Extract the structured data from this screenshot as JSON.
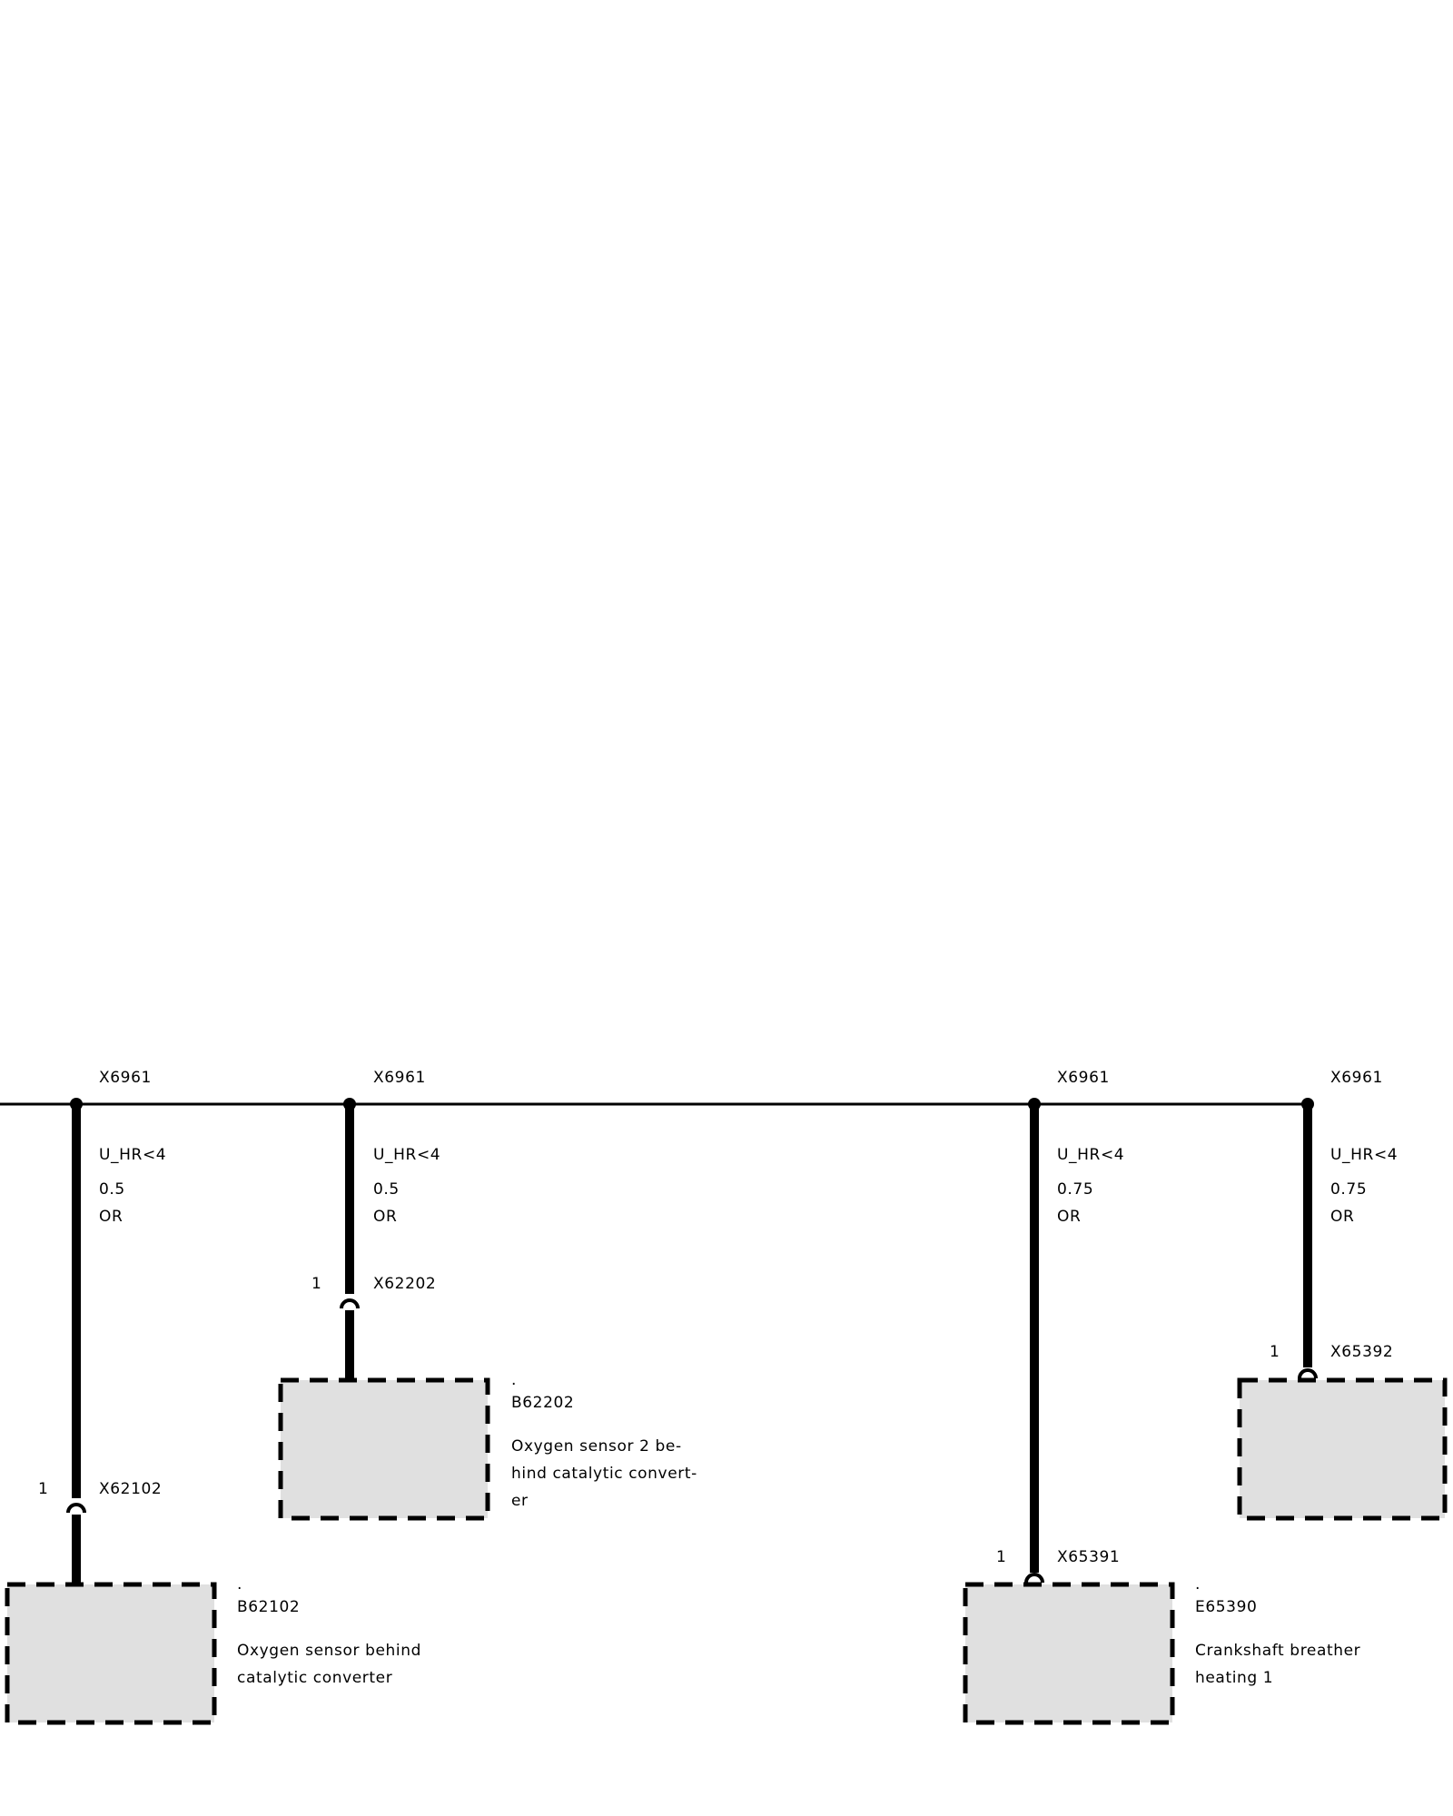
{
  "bus": {
    "taps": [
      {
        "splice": "X6961",
        "signal": "U_HR<4",
        "size": "0.5",
        "color": "OR"
      },
      {
        "splice": "X6961",
        "signal": "U_HR<4",
        "size": "0.5",
        "color": "OR"
      },
      {
        "splice": "X6961",
        "signal": "U_HR<4",
        "size": "0.75",
        "color": "OR"
      },
      {
        "splice": "X6961",
        "signal": "U_HR<4",
        "size": "0.75",
        "color": "OR"
      }
    ]
  },
  "connectors": [
    {
      "pin": "1",
      "name": "X62102"
    },
    {
      "pin": "1",
      "name": "X62202"
    },
    {
      "pin": "1",
      "name": "X65391"
    },
    {
      "pin": "1",
      "name": "X65392"
    }
  ],
  "components": [
    {
      "dot": ".",
      "id": "B62102",
      "desc": [
        "Oxygen sensor behind",
        "catalytic converter"
      ]
    },
    {
      "dot": ".",
      "id": "B62202",
      "desc": [
        "Oxygen sensor 2 be-",
        "hind catalytic convert-",
        "er"
      ]
    },
    {
      "dot": ".",
      "id": "E65390",
      "desc": [
        "Crankshaft breather",
        "heating 1"
      ]
    }
  ]
}
